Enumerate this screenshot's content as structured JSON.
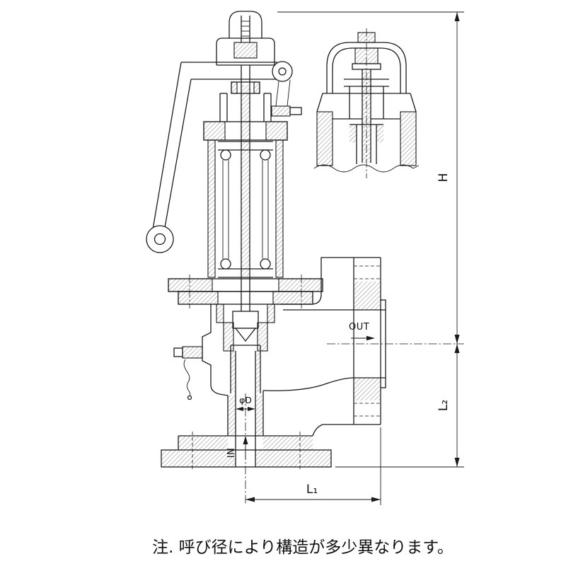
{
  "colors": {
    "line": "#1a1a1a",
    "background": "#ffffff"
  },
  "labels": {
    "h": "H",
    "l1": "L₁",
    "l2": "L₂",
    "phi_d": "φD",
    "in": "IN",
    "out": "OUT"
  },
  "note": "注. 呼び径により構造が多少異なります。"
}
